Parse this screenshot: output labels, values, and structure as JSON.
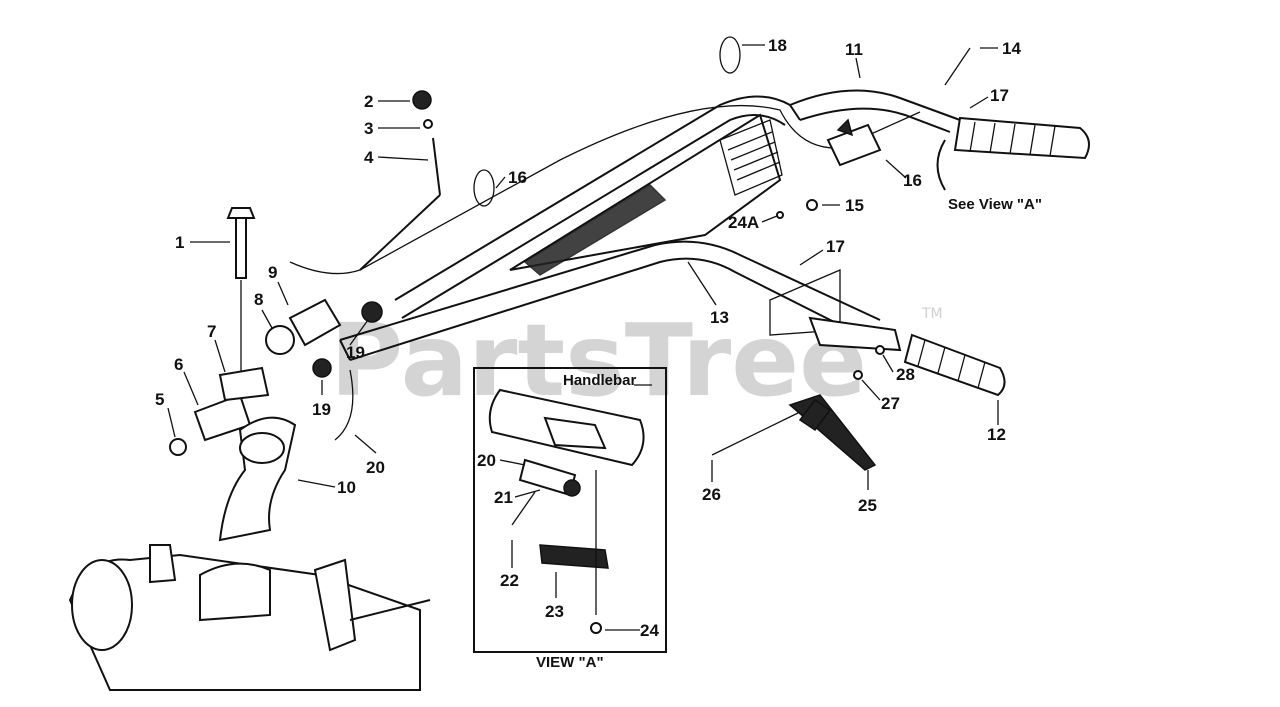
{
  "watermark": {
    "text": "PartsTree",
    "tm": "TM"
  },
  "view_a": {
    "title": "VIEW \"A\"",
    "handlebar_label": "Handlebar"
  },
  "see_view": "See View \"A\"",
  "callouts": {
    "c1": "1",
    "c2": "2",
    "c3": "3",
    "c4": "4",
    "c5": "5",
    "c6": "6",
    "c7": "7",
    "c8": "8",
    "c9": "9",
    "c10": "10",
    "c11": "11",
    "c12": "12",
    "c13": "13",
    "c14": "14",
    "c15": "15",
    "c16a": "16",
    "c16b": "16",
    "c17a": "17",
    "c17b": "17",
    "c18": "18",
    "c19a": "19",
    "c19b": "19",
    "c20a": "20",
    "c20b": "20",
    "c21": "21",
    "c22": "22",
    "c23": "23",
    "c24": "24",
    "c24a": "24A",
    "c25": "25",
    "c26": "26",
    "c27": "27",
    "c28": "28"
  }
}
